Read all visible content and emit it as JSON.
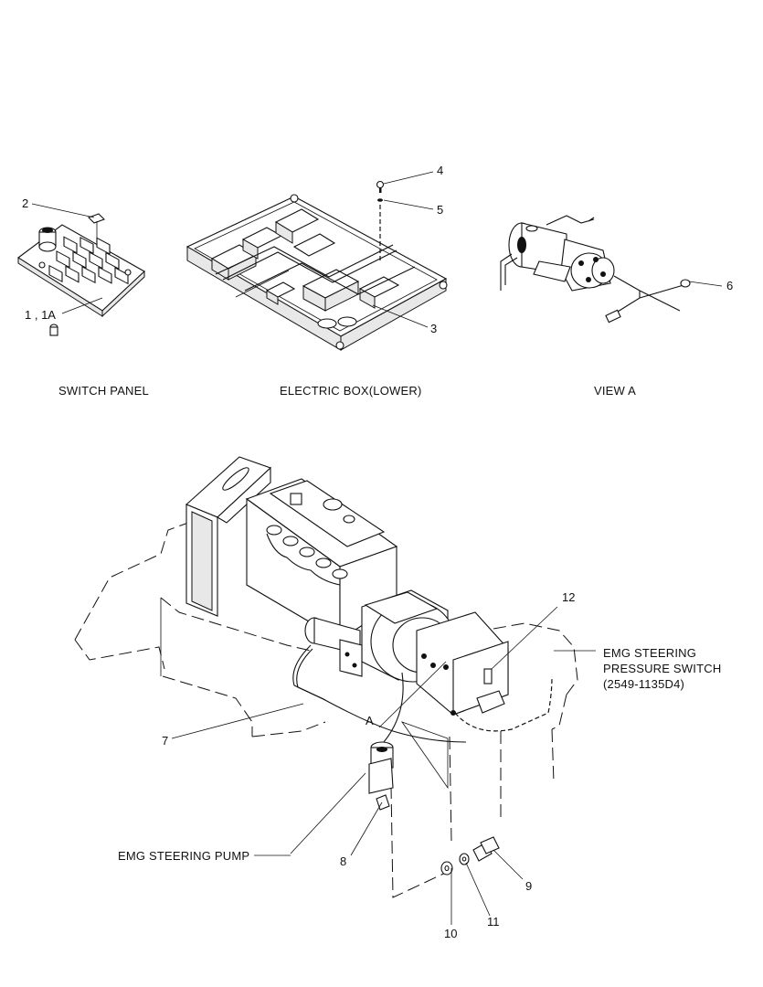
{
  "captions": {
    "switch_panel": "SWITCH PANEL",
    "electric_box": "ELECTRIC BOX(LOWER)",
    "view_a": "VIEW A"
  },
  "callouts": {
    "c1": "1 , 1A",
    "c2": "2",
    "c3": "3",
    "c4": "4",
    "c5": "5",
    "c6": "6",
    "c7": "7",
    "c8": "8",
    "c9": "9",
    "c10": "10",
    "c11": "11",
    "c12": "12",
    "view_marker": "A"
  },
  "notes": {
    "emg_pressure_switch_line1": "EMG STEERING",
    "emg_pressure_switch_line2": "PRESSURE SWITCH",
    "emg_pressure_switch_line3": "(2549-1135D4)",
    "emg_pump": "EMG STEERING PUMP"
  }
}
